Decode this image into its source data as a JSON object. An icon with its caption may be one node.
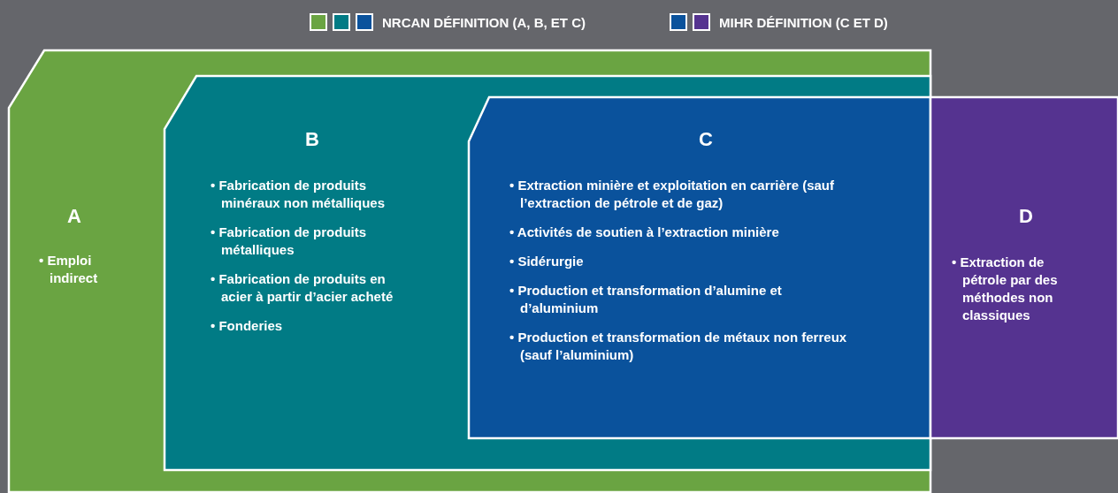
{
  "diagram": {
    "nodes": [
      {
        "text": [
          "A",
          "• Emploi indirect"
        ]
      },
      {
        "text": [
          "B",
          "• Fabrication de produits minéraux non métalliques",
          "• Fabrication de produits métalliques",
          "• Fabrication de produits en acier à partir d’acier acheté",
          "• Fonderies"
        ],
        "in": 0
      },
      {
        "text": [
          "C",
          "• Extraction minière et exploitation en carrière (sauf l’extraction de pétrole et de gaz)",
          "• Activités de soutien à l’extraction minière",
          "• Sidérurgie",
          "• Production et transformation d’alumine et d’aluminium",
          "• Production et transformation de métaux non ferreux (sauf l’aluminium)"
        ],
        "in": 1
      },
      {
        "text": [
          "D",
          "• Extraction de pétrole par des méthodes non classiques"
        ]
      }
    ],
    "legend": [
      {
        "text": "NRCAN DÉFINITION (A, B, ET C)",
        "color": "#6aa442"
      },
      {
        "text": "MIHR DÉFINITION (C ET D)",
        "color": "#0a529c"
      }
    ]
  }
}
